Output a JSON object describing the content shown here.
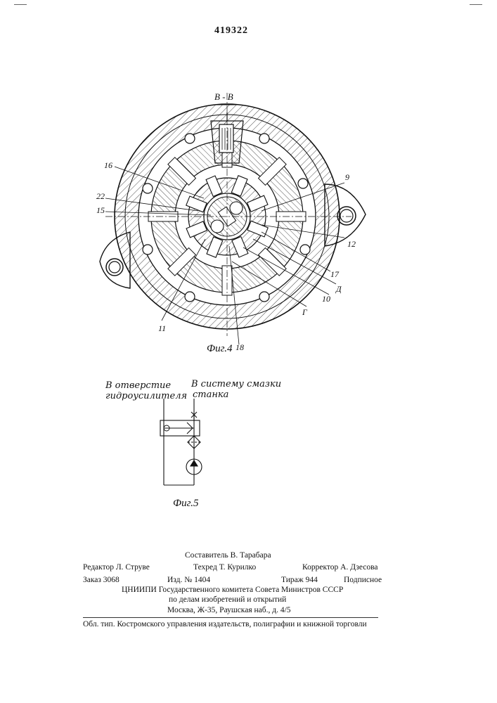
{
  "header": {
    "patent_number": "419322"
  },
  "figure4": {
    "section": "В - В",
    "caption": "Фиг.4",
    "callouts": [
      "16",
      "22",
      "15",
      "9",
      "12",
      "17",
      "Д",
      "10",
      "Г",
      "11",
      "18"
    ]
  },
  "figure5": {
    "caption": "Фиг.5",
    "label_left_1": "В отверстие",
    "label_left_2": "гидроусилителя",
    "label_right_1": "В систему смазки",
    "label_right_2": "станка"
  },
  "colophon": {
    "compiler": "Составитель В. Тарабара",
    "editor": "Редактор Л. Струве",
    "techred": "Техред Т. Курилко",
    "corrector": "Корректор А. Дзесова",
    "order": "Заказ 3068",
    "edition": "Изд. № 1404",
    "circulation": "Тираж 944",
    "subscription": "Подписное",
    "org_1": "ЦНИИПИ Государственного комитета Совета Министров СССР",
    "org_2": "по делам изобретений и открытий",
    "address": "Москва, Ж-35, Раушская наб., д. 4/5",
    "printer": "Обл. тип. Костромского управления издательств, полиграфии и книжной торговли"
  }
}
